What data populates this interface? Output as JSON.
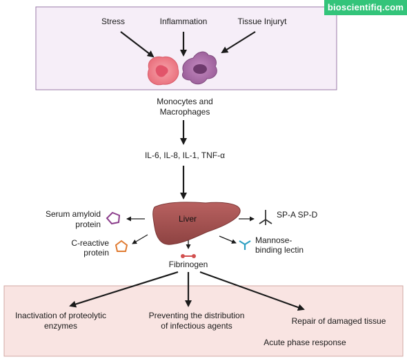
{
  "watermark": "bioscientifiq.com",
  "triggers": {
    "stress": "Stress",
    "inflammation": "Inflammation",
    "tissue_injury": "Tissue Injuryt"
  },
  "cells": {
    "label_line1": "Monocytes and",
    "label_line2": "Macrophages"
  },
  "cytokines": "IL-6, IL-8, IL-1, TNF-α",
  "liver": {
    "label": "Liver"
  },
  "proteins": {
    "serum_amyloid_line1": "Serum amyloid",
    "serum_amyloid_line2": "protein",
    "c_reactive_line1": "C-reactive",
    "c_reactive_line2": "protein",
    "fibrinogen": "Fibrinogen",
    "sp": "SP-A SP-D",
    "mannose_line1": "Mannose-",
    "mannose_line2": "binding lectin"
  },
  "outcomes": {
    "inactivation_line1": "Inactivation of proteolytic",
    "inactivation_line2": "enzymes",
    "preventing_line1": "Preventing the distribution",
    "preventing_line2": "of infectious agents",
    "repair": "Repair of damaged tissue",
    "footer": "Acute phase response"
  },
  "colors": {
    "top_box_fill": "#f6eef8",
    "bottom_box_fill": "#f9e4e2",
    "liver": "#a4504f",
    "monocyte": "#ef7e89",
    "macrophage": "#a56aa4",
    "watermark_bg": "#33c47a",
    "lectin": "#2b9ec1"
  }
}
